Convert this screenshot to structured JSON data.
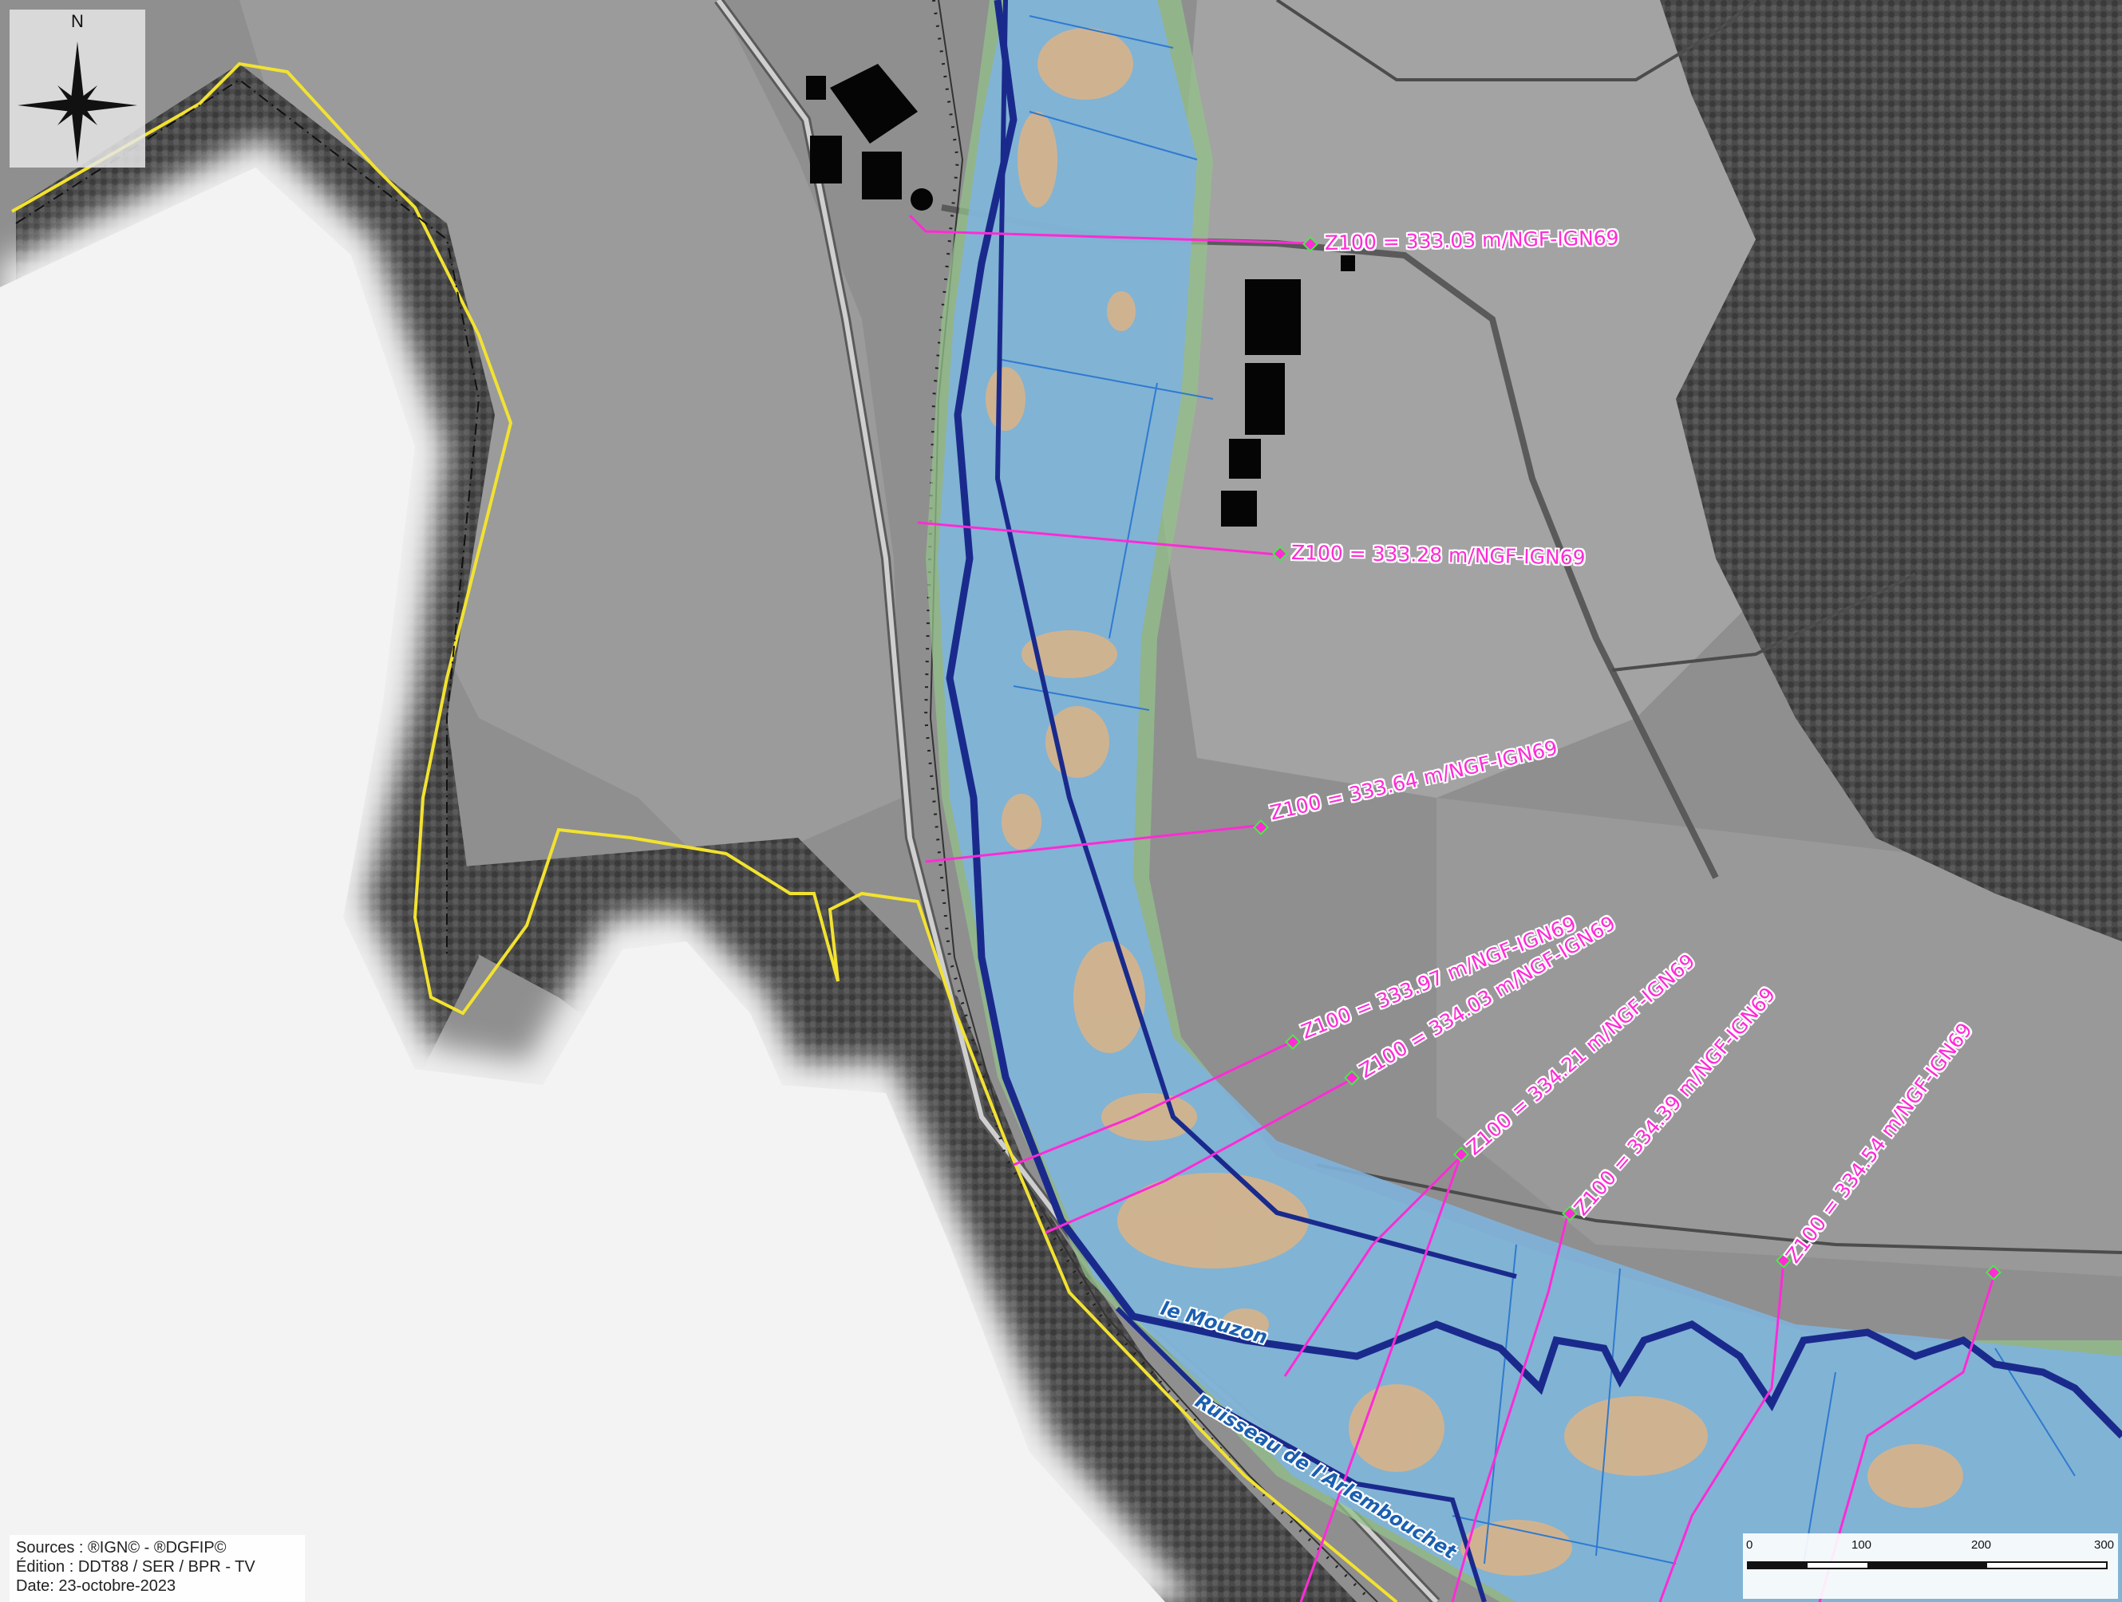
{
  "compass": {
    "north": "N",
    "icon": "compass-rose-icon"
  },
  "flood_levels": [
    {
      "id": "z1",
      "text": "Z100 = 333.03 m/NGF-IGN69"
    },
    {
      "id": "z2",
      "text": "Z100 = 333.28 m/NGF-IGN69"
    },
    {
      "id": "z3",
      "text": "Z100 = 333.64 m/NGF-IGN69"
    },
    {
      "id": "z4",
      "text": "Z100 = 333.97 m/NGF-IGN69"
    },
    {
      "id": "z5",
      "text": "Z100 = 334.03 m/NGF-IGN69"
    },
    {
      "id": "z6",
      "text": "Z100 = 334.21 m/NGF-IGN69"
    },
    {
      "id": "z7",
      "text": "Z100 = 334.39 m/NGF-IGN69"
    },
    {
      "id": "z8",
      "text": "Z100 = 334.54 m/NGF-IGN69"
    }
  ],
  "rivers": {
    "mouzon": "le Mouzon",
    "arlembouchet": "Ruisseau de l'Arlembouchet"
  },
  "credits": {
    "sources": "Sources : ®IGN© - ®DGFIP©",
    "edition": "Édition :  DDT88 / SER / BPR - TV",
    "date": "Date:  23-octobre-2023"
  },
  "scale": {
    "ticks": [
      "0",
      "100",
      "200",
      "300"
    ]
  },
  "colors": {
    "flood_zone": "#7fb2dc",
    "high_ground": "#d7b38a",
    "margin_zone": "#93c08a",
    "river": "#1a2a8c",
    "level_line": "#ff2bd6",
    "boundary": "#f2e230"
  }
}
